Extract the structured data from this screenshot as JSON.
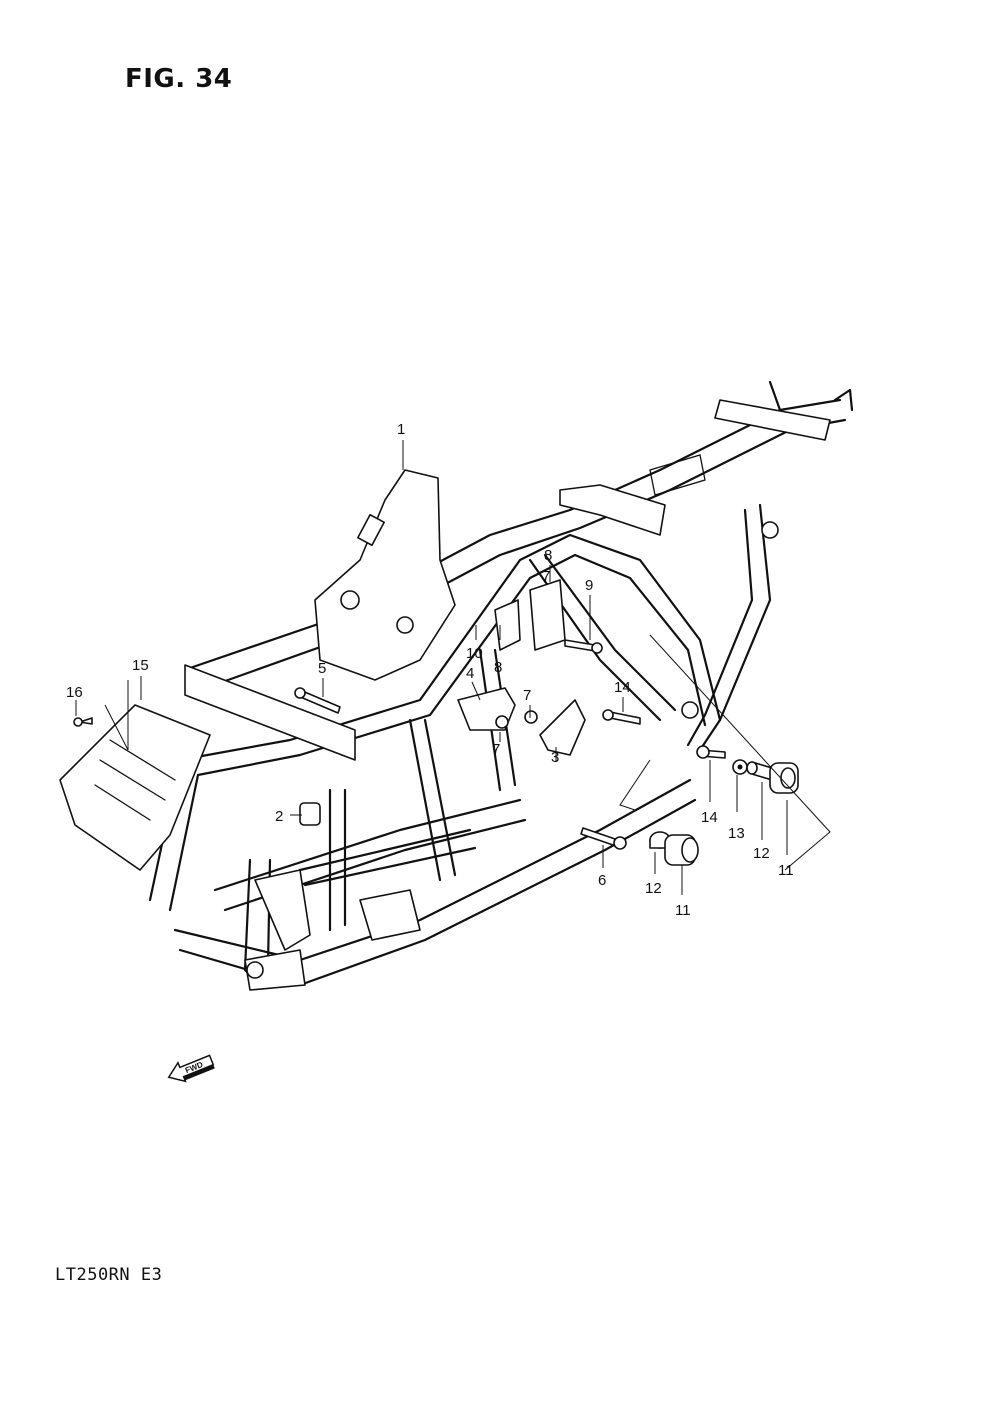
{
  "figure": {
    "title": "FIG. 34",
    "model_code": "LT250RN  E3",
    "fwd_label": "FWD"
  },
  "callouts": [
    "1",
    "2",
    "3",
    "4",
    "5",
    "6",
    "7",
    "7",
    "7",
    "8",
    "8",
    "9",
    "10",
    "11",
    "11",
    "12",
    "12",
    "13",
    "14",
    "14",
    "15",
    "16"
  ]
}
